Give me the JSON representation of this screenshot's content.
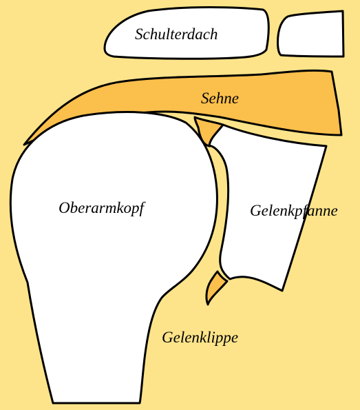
{
  "colors": {
    "background": "#fde48a",
    "tendon": "#fbbf4c",
    "bone": "#ffffff",
    "outline": "#000000"
  },
  "labels": {
    "acromion": "Schulterdach",
    "tendon": "Sehne",
    "humeral_head": "Oberarmkopf",
    "glenoid": "Gelenkpfanne",
    "labrum": "Gelenklippe"
  }
}
